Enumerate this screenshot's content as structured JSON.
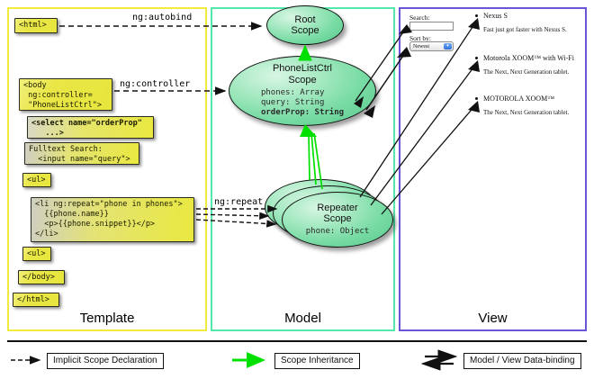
{
  "columns": [
    {
      "id": "template",
      "label": "Template",
      "border_color": "#f2ea3c"
    },
    {
      "id": "model",
      "label": "Model",
      "border_color": "#55e8ac"
    },
    {
      "id": "view",
      "label": "View",
      "border_color": "#6a55d8"
    }
  ],
  "template": {
    "boxes": [
      {
        "name": "html-open-tag",
        "code": "<html>"
      },
      {
        "name": "body-open-tag",
        "code": "<body\n ng:controller=\n \"PhoneListCtrl\">"
      },
      {
        "name": "select-orderprop-tag",
        "code": "<select name=\"orderProp\"\n   ...>"
      },
      {
        "name": "fulltext-search-input",
        "code": "Fulltext Search:\n  <input name=\"query\">"
      },
      {
        "name": "ul-open-tag",
        "code": "<ul>"
      },
      {
        "name": "li-ngrepeat-block",
        "code": "<li ng:repeat=\"phone in phones\">\n  {{phone.name}}\n  <p>{{phone.snippet}}</p>\n</li>"
      },
      {
        "name": "ul-close-tag",
        "code": "<ul>"
      },
      {
        "name": "body-close-tag",
        "code": "</body>"
      },
      {
        "name": "html-close-tag",
        "code": "</html>"
      }
    ]
  },
  "model": {
    "scopes": [
      {
        "name": "root-scope",
        "title_line1": "Root",
        "title_line2": "Scope",
        "properties": []
      },
      {
        "name": "phonelistctrl-scope",
        "title_line1": "PhoneListCtrl",
        "title_line2": "Scope",
        "properties": [
          {
            "text": "phones: Array",
            "bold": false
          },
          {
            "text": "query: String",
            "bold": false
          },
          {
            "text": "orderProp: String",
            "bold": true
          }
        ]
      },
      {
        "name": "repeater-scope",
        "title_line1": "Repeater",
        "title_line2": "Scope",
        "properties": [
          {
            "text": "phone: Object",
            "bold": false
          }
        ]
      }
    ]
  },
  "view": {
    "search_label": "Search:",
    "search_value": "",
    "sort_label": "Sort by:",
    "sort_selected": "Newest",
    "phones": [
      {
        "name": "Nexus S",
        "snippet": "Fast just got faster with Nexus S."
      },
      {
        "name": "Motorola XOOM™  with Wi-Fi",
        "snippet": "The Next, Next Generation tablet."
      },
      {
        "name": "MOTOROLA XOOM™",
        "snippet": "The Next, Next Generation tablet."
      }
    ]
  },
  "connectors": {
    "autobind_label": "ng:autobind",
    "controller_label": "ng:controller",
    "repeat_label": "ng:repeat"
  },
  "legend": {
    "items": [
      {
        "name": "implicit-scope-declaration",
        "label": "Implicit Scope Declaration",
        "style": "dashed-arrow",
        "color": "#111111"
      },
      {
        "name": "scope-inheritance",
        "label": "Scope Inheritance",
        "style": "green-arrow",
        "color": "#00e000"
      },
      {
        "name": "model-view-databinding",
        "label": "Model / View Data-binding",
        "style": "double-arrow",
        "color": "#111111"
      }
    ]
  },
  "colors": {
    "template_border": "#f2ea3c",
    "model_border": "#55e8ac",
    "view_border": "#6a55d8",
    "code_yellow": "#e9e63f",
    "scope_green": "#78dba4",
    "inheritance_green": "#00e000"
  }
}
